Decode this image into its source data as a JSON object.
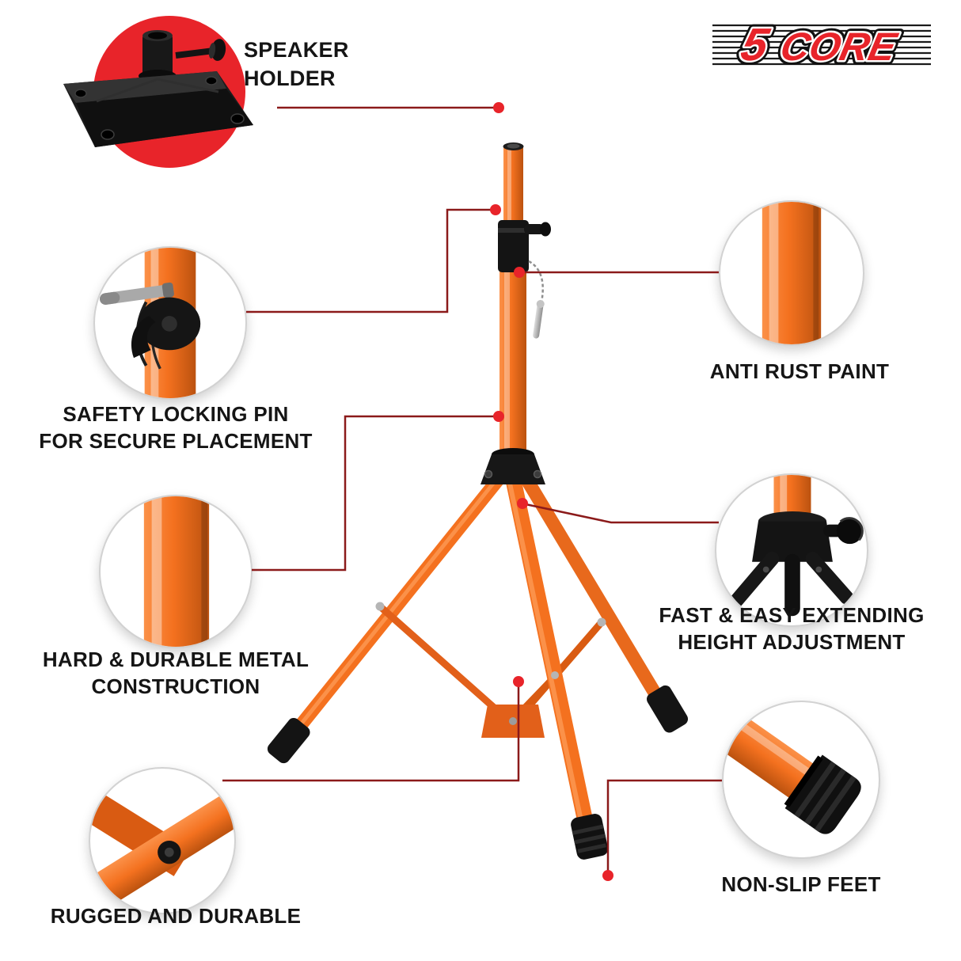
{
  "brand": {
    "five": "5",
    "core": "CORE"
  },
  "callouts": {
    "speaker_holder": {
      "label": "SPEAKER\nHOLDER"
    },
    "safety_pin": {
      "label": "SAFETY LOCKING PIN\nFOR SECURE PLACEMENT"
    },
    "metal_construction": {
      "label": "HARD & DURABLE METAL\nCONSTRUCTION"
    },
    "rugged": {
      "label": "RUGGED AND DURABLE"
    },
    "anti_rust": {
      "label": "ANTI RUST PAINT"
    },
    "height_adjustment": {
      "label": "FAST & EASY EXTENDING\nHEIGHT ADJUSTMENT"
    },
    "non_slip_feet": {
      "label": "NON-SLIP FEET"
    }
  },
  "colors": {
    "orange": "#F4711F",
    "orange_dark": "#BB520F",
    "accent_red": "#E8242A",
    "leader_line": "#8B1A1A",
    "black": "#141414"
  }
}
